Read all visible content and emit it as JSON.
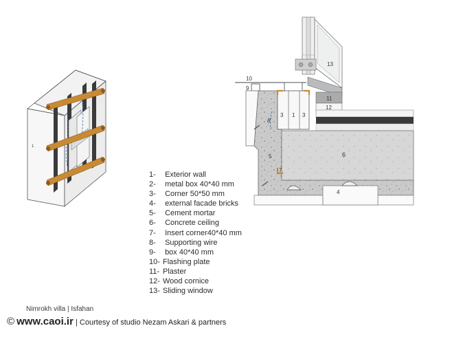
{
  "legend": [
    {
      "num": "1-",
      "label": "Exterior wall"
    },
    {
      "num": "2-",
      "label": "metal box  40*40 mm"
    },
    {
      "num": "3-",
      "label": "Corner  50*50 mm"
    },
    {
      "num": "4-",
      "label": "external facade bricks"
    },
    {
      "num": "5-",
      "label": "Cement mortar"
    },
    {
      "num": "6-",
      "label": "Concrete ceiling"
    },
    {
      "num": "7-",
      "label": "Insert corner40*40  mm"
    },
    {
      "num": "8-",
      "label": "Supporting wire"
    },
    {
      "num": "9-",
      "label": "box 40*40 mm"
    },
    {
      "num": "10-",
      "label": "Flashing plate"
    },
    {
      "num": "11-",
      "label": "Plaster"
    },
    {
      "num": "12-",
      "label": "Wood cornice"
    },
    {
      "num": "13-",
      "label": "Sliding window"
    }
  ],
  "callouts": {
    "c1": "1",
    "c3a": "3",
    "c1b": "1",
    "c3b": "3",
    "c4": "4",
    "c5": "5",
    "c6": "6",
    "c7": "7",
    "c8": "8",
    "c9": "9",
    "c10": "10",
    "c11": "11",
    "c12": "12",
    "c13": "13"
  },
  "credits": {
    "place": "Nimrokh villa  |  Isfahan",
    "copyright_symbol": "©",
    "site": "www.caoi.ir",
    "separator": "|",
    "courtesy": "Courtesy of studio Nezam Askari & partners"
  },
  "colors": {
    "mortar": "#c9cac9",
    "concrete": "#d6d7d6",
    "plaster": "#a9abad",
    "wood": "#c88a34",
    "dark": "#3a3a3c",
    "frame": "#8a8a8a"
  }
}
